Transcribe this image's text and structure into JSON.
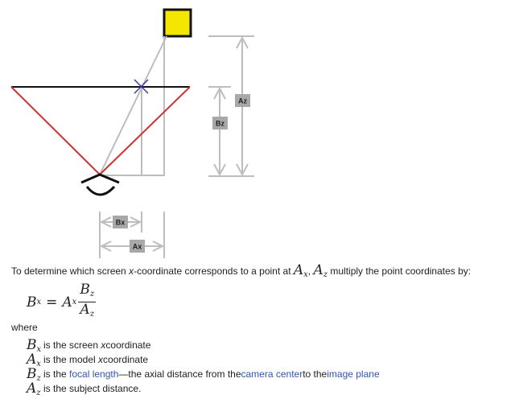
{
  "labels": {
    "az": "Az",
    "bz": "Bz",
    "bx": "Bx",
    "ax": "Ax"
  },
  "colors": {
    "subject": "#f5e600",
    "fov": "#cc3333",
    "guide": "#bdbdbd",
    "marker": "#3a3aaa"
  },
  "intro": {
    "part1": "To determine which screen ",
    "x_italic": "x",
    "part2": "-coordinate corresponds to a point at ",
    "point_a": "A",
    "sub_x": "x",
    "comma": ", ",
    "point_a2": "A",
    "sub_z": "z",
    "part3": " multiply the point coordinates by:"
  },
  "formula": {
    "lhs": "B",
    "lhs_sub": "x",
    "equals": "=",
    "a": "A",
    "a_sub": "x",
    "num": "B",
    "num_sub": "z",
    "den": "A",
    "den_sub": "z"
  },
  "where": "where",
  "definitions": [
    {
      "sym": "B",
      "sub": "x",
      "pre": " is the screen ",
      "ital": "x",
      "post": " coordinate"
    },
    {
      "sym": "A",
      "sub": "x",
      "pre": " is the model ",
      "ital": "x",
      "post": " coordinate"
    },
    {
      "sym": "B",
      "sub": "z",
      "pre": " is the ",
      "link1": "focal length",
      "mid": "—the axial distance from the ",
      "link2": "camera center",
      "mid2": " to the ",
      "link3": "image plane"
    },
    {
      "sym": "A",
      "sub": "z",
      "pre": " is the subject distance."
    }
  ]
}
